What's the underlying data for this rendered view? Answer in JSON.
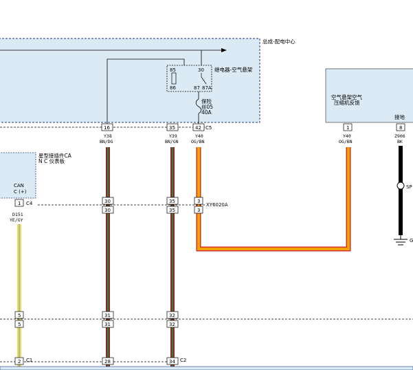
{
  "colors": {
    "box_fill": "#dbeaf5",
    "box_border": "#1f3d7a",
    "wire_orange": "#f4a300",
    "wire_orange_edge": "#d2322d",
    "wire_brown": "#8a2b2b",
    "wire_green": "#2e8a3a",
    "wire_yellow": "#e8e060",
    "wire_black": "#000000"
  },
  "modules": {
    "bdc": {
      "title": "总成-配电中心"
    },
    "relay": {
      "title": "继电器-空气悬架",
      "pin85": "85",
      "pin86": "86",
      "pin30": "30",
      "pin87": "87",
      "pin87a": "87A"
    },
    "fuse": {
      "label1": "保险",
      "label2": "丝05",
      "rating": "40A"
    },
    "compressor": {
      "line1": "空气悬架空气",
      "line2": "压缩机反馈",
      "ground": "接地"
    },
    "instrument": {
      "line1": "星型接插件CA",
      "line2": "N C 仪表板",
      "can1": "CAN",
      "can2": "C (+)"
    }
  },
  "connectors": {
    "c5": "C5",
    "c4": "C4",
    "c1": "C1",
    "c2": "C2",
    "xy": "XY6020A"
  },
  "pins": {
    "p16": "16",
    "p35": "35",
    "p42": "42",
    "p1": "1",
    "p8": "8",
    "p30": "30",
    "p35b": "35",
    "p3": "3",
    "p5": "5",
    "p31": "31",
    "p32": "32",
    "p2": "2",
    "p28": "28",
    "p34": "34"
  },
  "wires": {
    "y38": {
      "id": "Y38",
      "color": "BN/DG"
    },
    "y39": {
      "id": "Y39",
      "color": "BN/GN"
    },
    "y40a": {
      "id": "Y40",
      "color": "OG/BN"
    },
    "y40b": {
      "id": "Y40",
      "color": "OG/BN"
    },
    "z906": {
      "id": "Z906",
      "color": "BK"
    },
    "d151": {
      "id": "D151",
      "color": "YE/GY"
    }
  },
  "splice": {
    "label": "SP"
  },
  "ground_label": "G"
}
